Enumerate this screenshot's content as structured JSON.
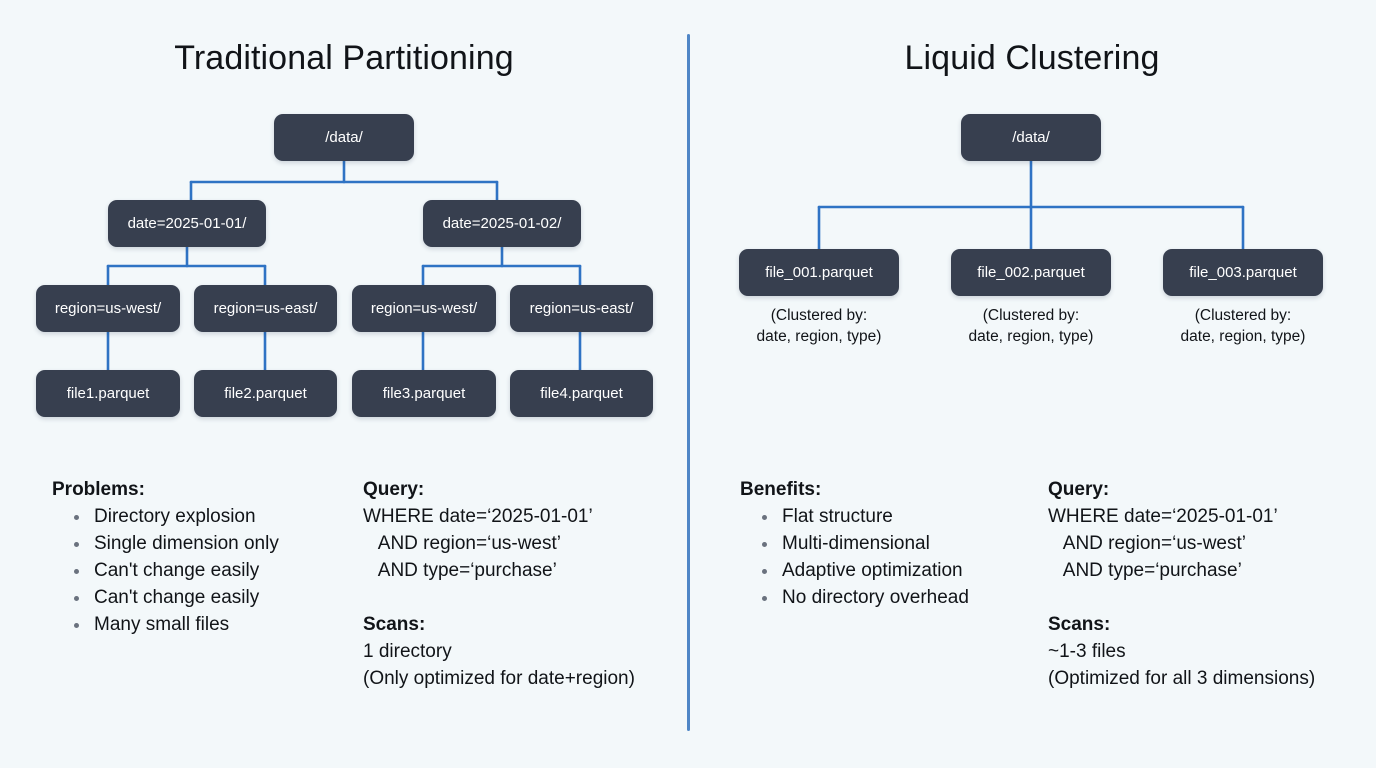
{
  "page": {
    "background_color": "#f3f8fa",
    "node_color": "#373f4f",
    "connector_color": "#2f73c4",
    "divider_color": "#4f86c6",
    "text_color": "#111418"
  },
  "left_panel": {
    "title": "Traditional Partitioning",
    "tree": {
      "root": "/data/",
      "date_nodes": [
        "date=2025-01-01/",
        "date=2025-01-02/"
      ],
      "region_nodes": [
        "region=us-west/",
        "region=us-east/",
        "region=us-west/",
        "region=us-east/"
      ],
      "file_nodes": [
        "file1.parquet",
        "file2.parquet",
        "file3.parquet",
        "file4.parquet"
      ]
    },
    "problems": {
      "heading": "Problems:",
      "items": [
        "Directory explosion",
        "Single dimension only",
        "Can't change easily",
        "Can't change easily",
        "Many small files"
      ]
    },
    "query": {
      "heading": "Query:",
      "lines": [
        "WHERE date=‘2025-01-01’",
        "   AND region=‘us-west’",
        "   AND type=‘purchase’"
      ]
    },
    "scans": {
      "heading": "Scans:",
      "lines": [
        "1 directory",
        "(Only optimized for date+region)"
      ]
    }
  },
  "right_panel": {
    "title": "Liquid Clustering",
    "tree": {
      "root": "/data/",
      "file_nodes": [
        "file_001.parquet",
        "file_002.parquet",
        "file_003.parquet"
      ],
      "captions": [
        "(Clustered by:\ndate, region, type)",
        "(Clustered by:\ndate, region, type)",
        "(Clustered by:\ndate, region, type)"
      ]
    },
    "benefits": {
      "heading": "Benefits:",
      "items": [
        "Flat structure",
        "Multi-dimensional",
        "Adaptive optimization",
        "No directory overhead"
      ]
    },
    "query": {
      "heading": "Query:",
      "lines": [
        "WHERE date=‘2025-01-01’",
        "   AND region=‘us-west’",
        "   AND type=‘purchase’"
      ]
    },
    "scans": {
      "heading": "Scans:",
      "lines": [
        "~1-3 files",
        "(Optimized for all 3 dimensions)"
      ]
    }
  }
}
